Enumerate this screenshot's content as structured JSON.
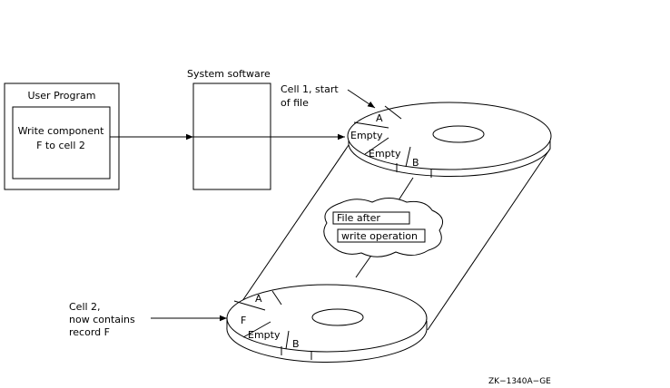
{
  "user_program": {
    "title": "User Program",
    "inner_line1": "Write component",
    "inner_line2": "F to cell 2"
  },
  "system_software": {
    "title": "System software"
  },
  "top_disk": {
    "callout_line1": "Cell 1, start",
    "callout_line2": "of file",
    "cell_a": "A",
    "cell_empty1": "Empty",
    "cell_empty2": "Empty",
    "cell_b": "B"
  },
  "cloud": {
    "line1": "File after",
    "line2": "write operation"
  },
  "bottom_disk": {
    "callout_line1": "Cell 2,",
    "callout_line2": "now contains",
    "callout_line3": "record F",
    "cell_a": "A",
    "cell_f": "F",
    "cell_empty": "Empty",
    "cell_b": "B"
  },
  "figure_id": "ZK−1340A−GE"
}
